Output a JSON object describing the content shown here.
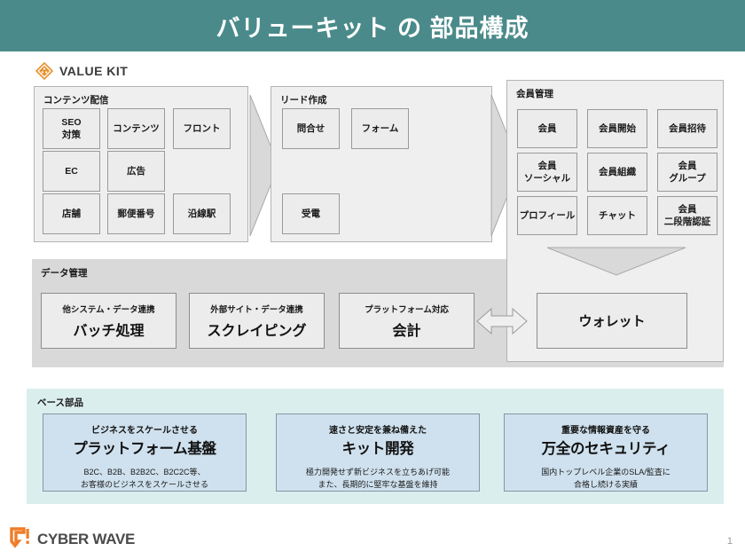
{
  "header": {
    "title": "バリューキット の 部品構成"
  },
  "brand": {
    "logo_text": "VALUE KIT",
    "logo_icon": "diamond-icon",
    "accent_color": "#e8912d",
    "header_color": "#4a8a8a"
  },
  "groups": [
    {
      "id": "contents-delivery",
      "title": "コンテンツ配信",
      "tiles": [
        "SEO\n対策",
        "コンテンツ",
        "フロント",
        "EC",
        "広告",
        "",
        "店舗",
        "郵便番号",
        "沿線駅"
      ]
    },
    {
      "id": "lead-creation",
      "title": "リード作成",
      "tiles": [
        "問合せ",
        "フォーム",
        "",
        "",
        "",
        "",
        "受電",
        "",
        ""
      ]
    },
    {
      "id": "member-management",
      "title": "会員管理",
      "tiles": [
        "会員",
        "会員開始",
        "会員招待",
        "会員\nソーシャル",
        "会員組織",
        "会員\nグループ",
        "プロフィール",
        "チャット",
        "会員\n二段階認証"
      ]
    }
  ],
  "data_management": {
    "title": "データ管理",
    "cards": [
      {
        "caption": "他システム・データ連携",
        "title": "バッチ処理"
      },
      {
        "caption": "外部サイト・データ連携",
        "title": "スクレイピング"
      },
      {
        "caption": "プラットフォーム対応",
        "title": "会計"
      }
    ]
  },
  "wallet": {
    "label": "ウォレット"
  },
  "base_parts": {
    "title": "ベース部品",
    "cards": [
      {
        "caption": "ビジネスをスケールさせる",
        "title": "プラットフォーム基盤",
        "desc": "B2C、B2B、B2B2C、B2C2C等、\nお客様のビジネスをスケールさせる"
      },
      {
        "caption": "速さと安定を兼ね備えた",
        "title": "キット開発",
        "desc": "極力開発せず新ビジネスを立ちあげ可能\nまた、長期的に堅牢な基盤を維持"
      },
      {
        "caption": "重要な情報資産を守る",
        "title": "万全のセキュリティ",
        "desc": "国内トップレベル企業のSLA/監査に\n合格し続ける実績"
      }
    ]
  },
  "footer": {
    "company": "CYBER WAVE",
    "logo_icon": "cyberwave-mark-icon",
    "page_number": "1"
  }
}
